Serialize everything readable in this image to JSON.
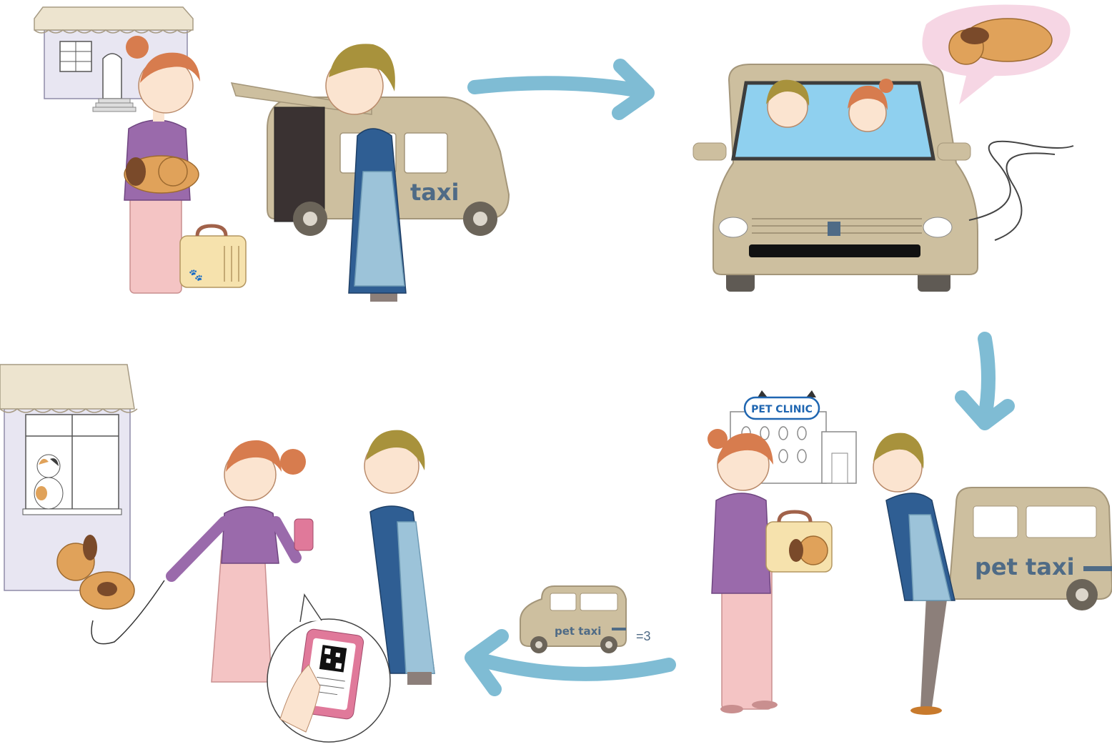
{
  "labels": {
    "taxi_side": "taxi",
    "clinic_sign": "PET CLINIC",
    "pet_taxi_side": "pet taxi",
    "small_taxi_side": "pet taxi",
    "speed_mark": "=3"
  },
  "colors": {
    "arrow": "#7fbcd4",
    "vehicle_body": "#cdbf9f",
    "vehicle_roof": "#e6dccb",
    "vehicle_text": "#4f6b86",
    "apron_pink": "#f4c4c4",
    "shirt_purple": "#9a6aab",
    "driver_navy": "#2f5e93",
    "driver_apron": "#9cc3d9",
    "hair_orange": "#d77c4e",
    "hair_olive": "#a8923c",
    "dog": "#e0a25a",
    "dream_bubble": "#f6d6e4"
  },
  "icons": [
    "arrow-right-icon",
    "arrow-down-icon",
    "arrow-left-icon",
    "paw-icon",
    "qr-code-icon",
    "smartphone-icon",
    "speed-lines-icon"
  ]
}
